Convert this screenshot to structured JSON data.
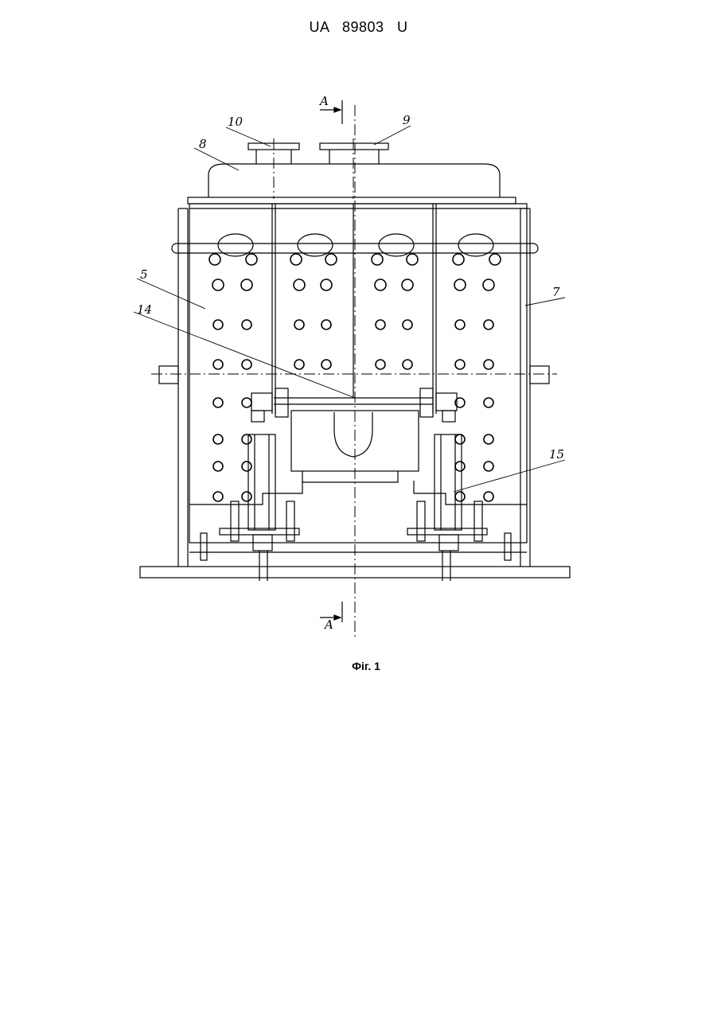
{
  "page_header": "UA   89803   U",
  "figure_caption": "Фіг. 1",
  "section_marker": "A",
  "callouts": [
    {
      "id": "label-10",
      "text": "10"
    },
    {
      "id": "label-9",
      "text": "9"
    },
    {
      "id": "label-8",
      "text": "8"
    },
    {
      "id": "label-5",
      "text": "5"
    },
    {
      "id": "label-14",
      "text": "14"
    },
    {
      "id": "label-7",
      "text": "7"
    },
    {
      "id": "label-15",
      "text": "15"
    }
  ]
}
